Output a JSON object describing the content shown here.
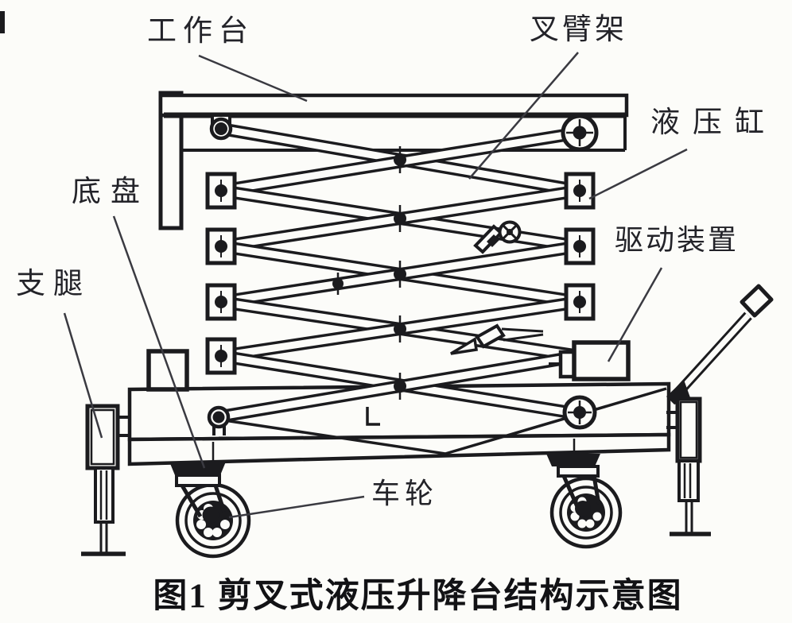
{
  "diagram": {
    "caption": "图1 剪叉式液压升降台结构示意图",
    "labels": {
      "work_platform": "工作台",
      "scissor_arm_frame": "叉臂架",
      "hydraulic_cylinder": "液压缸",
      "chassis": "底盘",
      "outrigger_leg": "支腿",
      "drive_unit": "驱动装置",
      "wheel": "车轮"
    },
    "colors": {
      "ink": "#1b1b1e",
      "paper": "#fcfcf9"
    }
  }
}
